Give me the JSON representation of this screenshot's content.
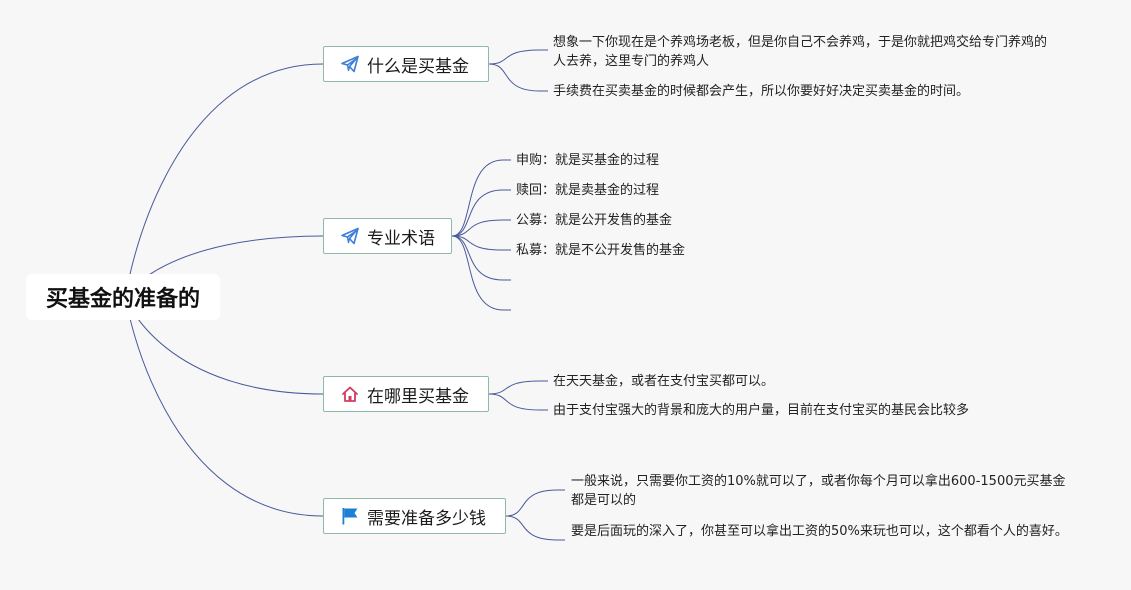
{
  "root": {
    "label": "买基金的准备的"
  },
  "topics": [
    {
      "label": "什么是买基金",
      "icon": "paper-plane-icon",
      "icon_color": "#3a7ed8",
      "details": [
        "想象一下你现在是个养鸡场老板，但是你自己不会养鸡，于是你就把鸡交给专门养鸡的人去养，这里专门的养鸡人",
        "手续费在买卖基金的时候都会产生，所以你要好好决定买卖基金的时间。"
      ]
    },
    {
      "label": "专业术语",
      "icon": "paper-plane-icon",
      "icon_color": "#3a7ed8",
      "details": [
        "申购：就是买基金的过程",
        "赎回：就是卖基金的过程",
        "公募：就是公开发售的基金",
        "私募：就是不公开发售的基金",
        "",
        ""
      ]
    },
    {
      "label": "在哪里买基金",
      "icon": "home-icon",
      "icon_color": "#d23a5e",
      "details": [
        "在天天基金，或者在支付宝买都可以。",
        "由于支付宝强大的背景和庞大的用户量，目前在支付宝买的基民会比较多"
      ]
    },
    {
      "label": "需要准备多少钱",
      "icon": "flag-icon",
      "icon_color": "#1f7fd4",
      "details": [
        "一般来说，只需要你工资的10%就可以了，或者你每个月可以拿出600-1500元买基金都是可以的",
        "要是后面玩的深入了，你甚至可以拿出工资的50%来玩也可以，这个都看个人的喜好。"
      ]
    }
  ],
  "colors": {
    "connector": "#4a5a9a",
    "topic_border": "#8fb8a8",
    "background": "#f7f7f7"
  }
}
